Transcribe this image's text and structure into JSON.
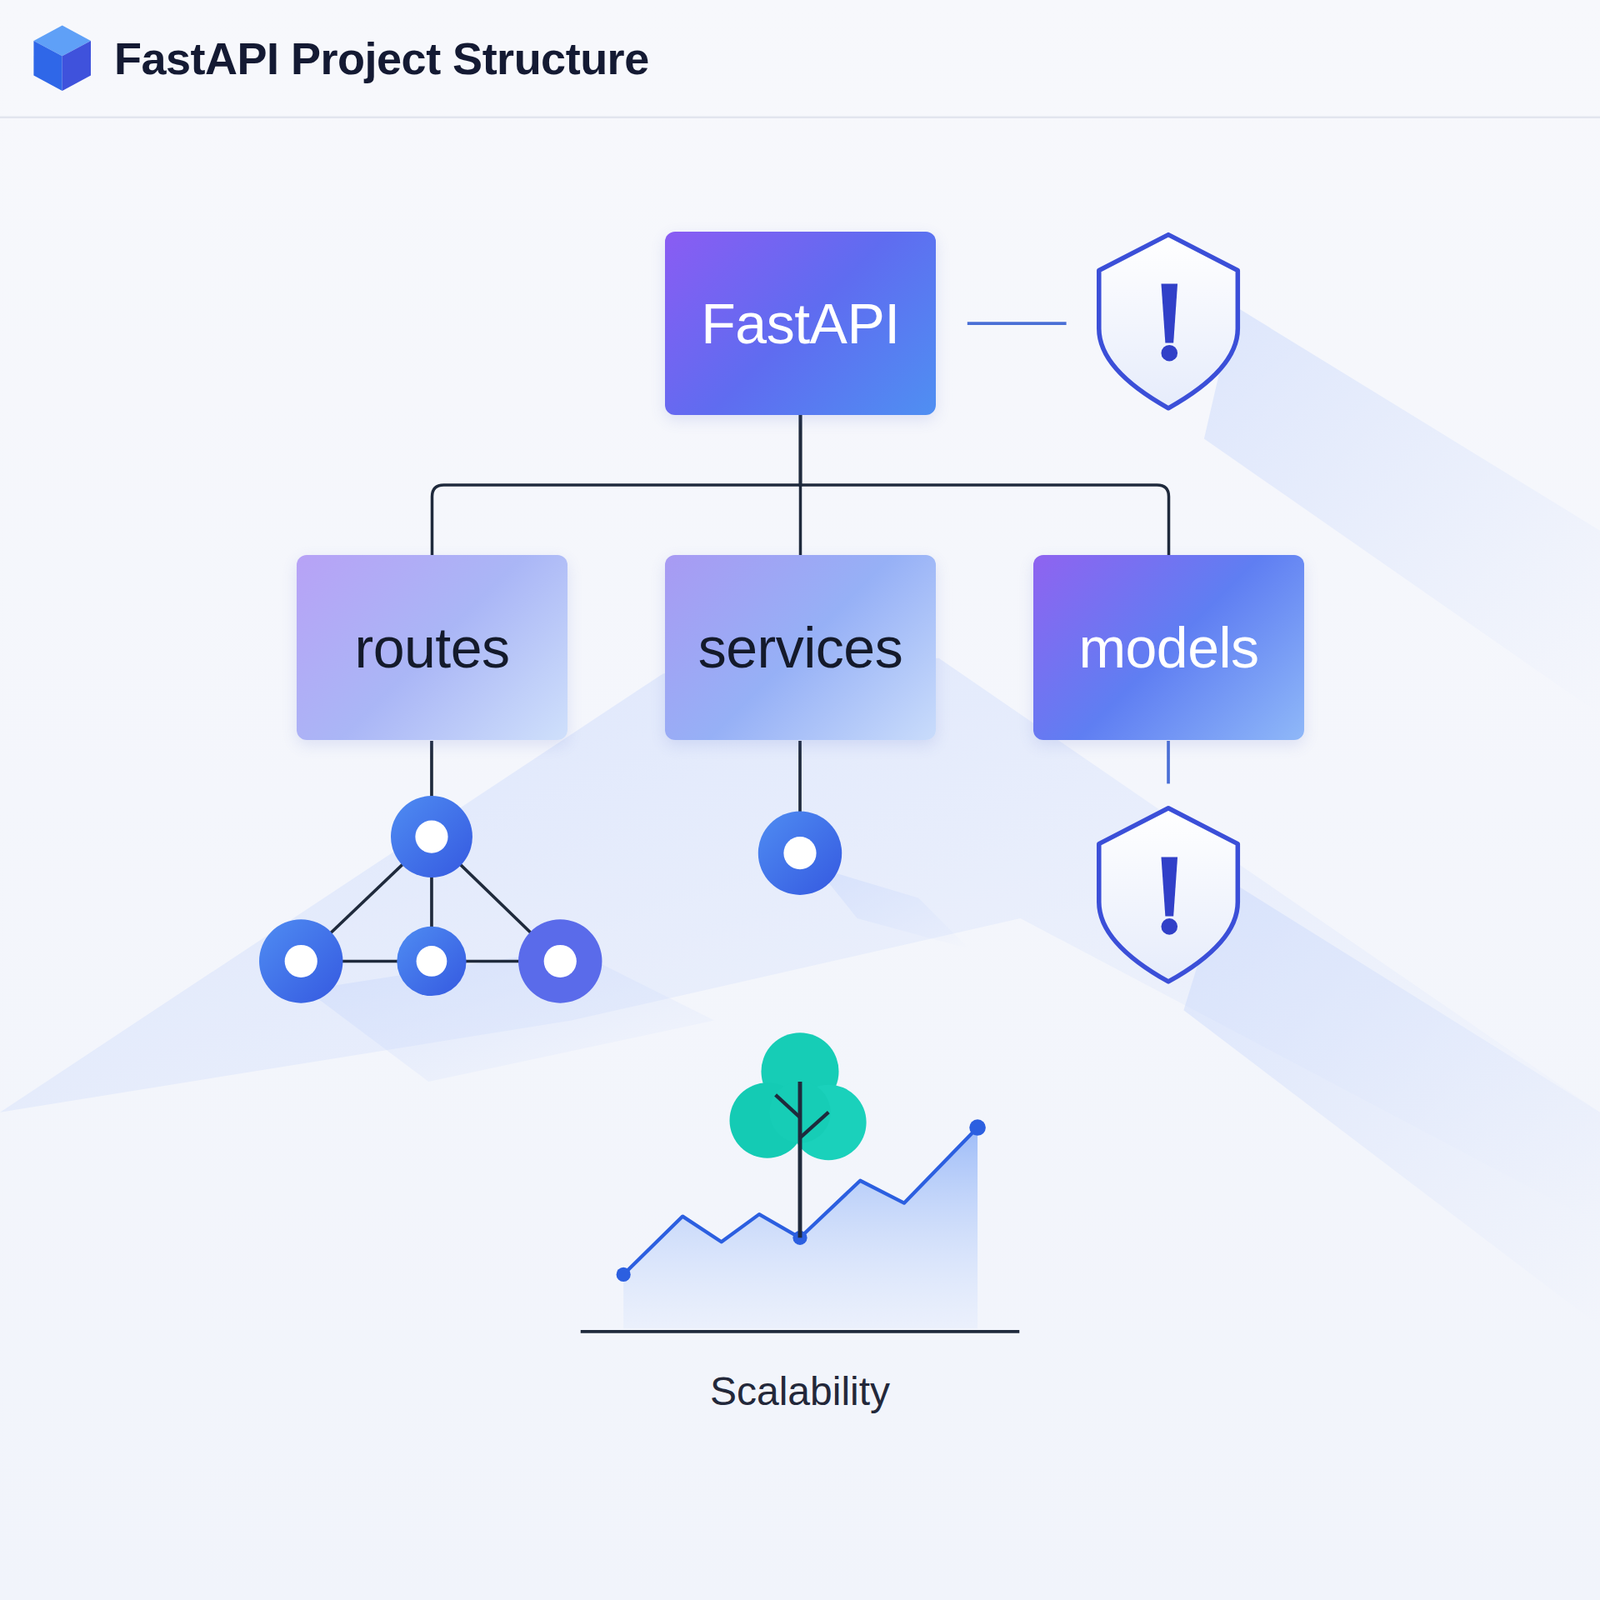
{
  "diagram": {
    "title": "FastAPI Project Structure",
    "nodes": [
      {
        "text": [
          "FastAPI"
        ]
      },
      {
        "text": [
          "routes"
        ]
      },
      {
        "text": [
          "services"
        ]
      },
      {
        "text": [
          "models"
        ]
      }
    ],
    "edges": [
      {
        "from": 0,
        "to": 1,
        "arrow": "none"
      },
      {
        "from": 0,
        "to": 2,
        "arrow": "none"
      },
      {
        "from": 0,
        "to": 3,
        "arrow": "none"
      }
    ],
    "labels": [
      "Scalability"
    ]
  }
}
